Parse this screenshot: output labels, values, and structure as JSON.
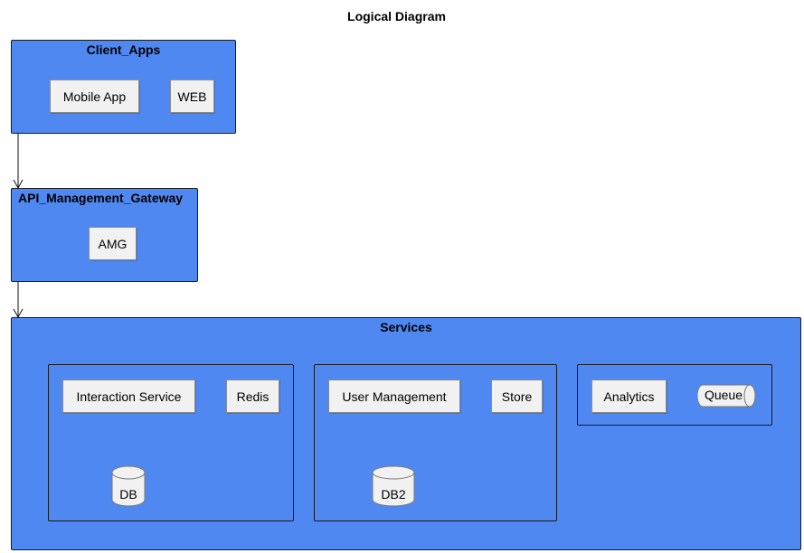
{
  "diagram": {
    "title": "Logical Diagram",
    "fill_color": "#5088f2",
    "node_color": "#f1f1f1",
    "client_apps": {
      "title": "Client_Apps",
      "nodes": [
        "Mobile App",
        "WEB"
      ]
    },
    "gateway": {
      "title": "API_Management_Gateway",
      "nodes": [
        "AMG"
      ]
    },
    "services": {
      "title": "Services",
      "group1": {
        "nodes": [
          "Interaction Service",
          "Redis"
        ],
        "database": "DB"
      },
      "group2": {
        "nodes": [
          "User Management",
          "Store"
        ],
        "database": "DB2"
      },
      "group3": {
        "nodes": [
          "Analytics"
        ],
        "queue": "Queue"
      }
    },
    "edges": [
      {
        "from": "Client_Apps",
        "to": "API_Management_Gateway"
      },
      {
        "from": "API_Management_Gateway",
        "to": "Services"
      }
    ]
  }
}
